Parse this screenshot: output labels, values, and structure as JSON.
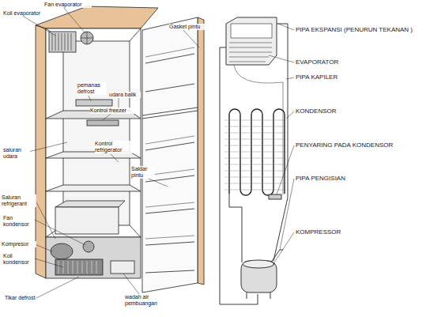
{
  "diagram": {
    "labels": [
      "Fan evaporator",
      "Koil evaporator",
      "Gasket pintu",
      "pemanas defrost",
      "udara balik",
      "Kontrol freezer",
      "saluran udara",
      "Kontrol refrigerator",
      "Saldar pintu",
      "Saluran refrigerant",
      "Fan kondensor",
      "Kompresor",
      "Koil kondensor",
      "Tikar defrost",
      "wadah air pembuangan",
      "PIPA EKSPANSI (PENURUN TEKANAN )",
      "EVAPORATOR",
      "PIPA KAPILER",
      "KONDENSOR",
      "PENYARING PADA KONDENSOR",
      "PIPA PENGISIAN",
      "KOMPRESSOR"
    ]
  }
}
